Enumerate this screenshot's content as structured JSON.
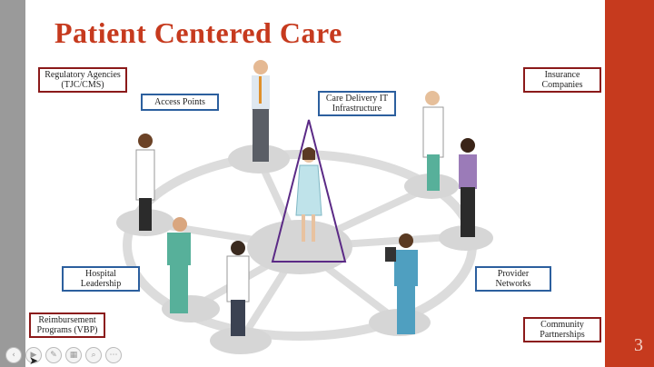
{
  "slide": {
    "title": "Patient Centered Care",
    "number": "3"
  },
  "labels": {
    "regulatory": "Regulatory Agencies\n(TJC/CMS)",
    "access": "Access Points",
    "care_it": "Care Delivery IT\nInfrastructure",
    "insurance": "Insurance\nCompanies",
    "hospital": "Hospital\nLeadership",
    "provider": "Provider\nNetworks",
    "reimbursement": "Reimbursement\nPrograms (VBP)",
    "community": "Community\nPartnerships"
  },
  "colors": {
    "accent_red": "#c63a1e",
    "box_red": "#8b1a1a",
    "box_blue": "#2c5f9e",
    "triangle_purple": "#5b2a86"
  },
  "toolbar": {
    "icons": [
      "prev-icon",
      "play-icon",
      "pen-icon",
      "slides-icon",
      "zoom-icon",
      "more-icon"
    ]
  }
}
